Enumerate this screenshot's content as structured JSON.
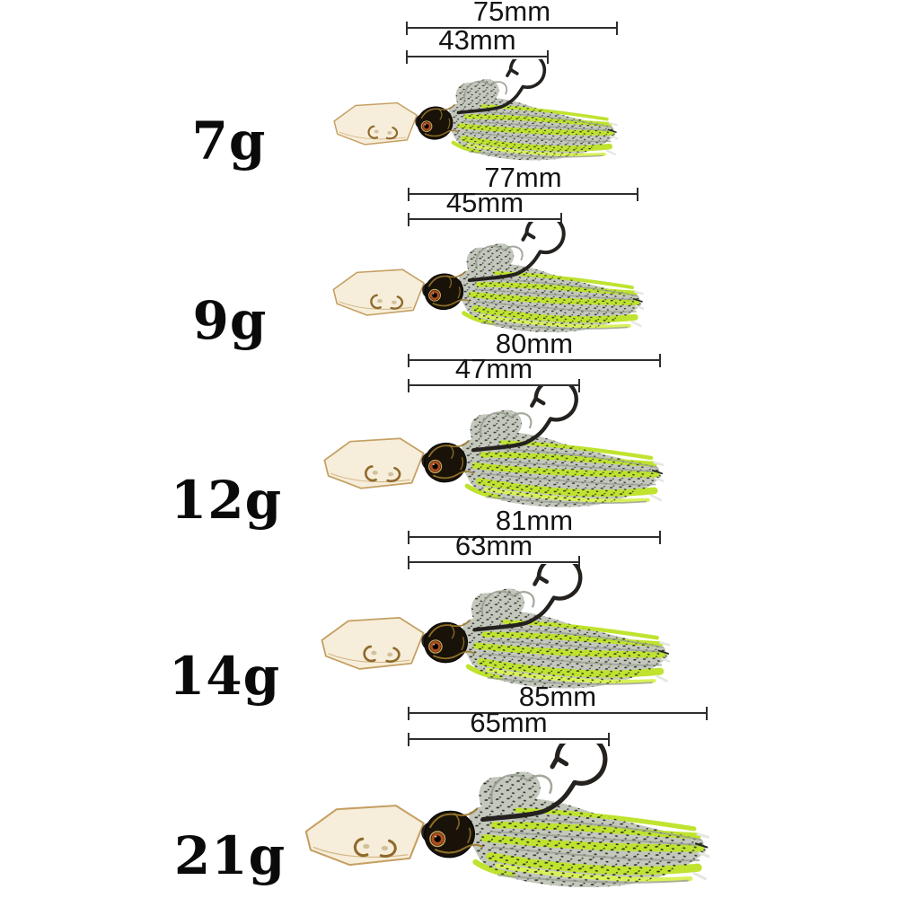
{
  "colors": {
    "background": "#ffffff",
    "text": "#141414",
    "dimension": "#2e2e2e",
    "blade-fill": "#f6eeda",
    "blade-stroke": "#c59f62",
    "wire-gold": "#8f6a2c",
    "head-fill": "#181208",
    "head-marbling": "#9c7a2e",
    "eye-rim": "#c9a45e",
    "eye-ring": "#b14d1d",
    "skirt-silver": "#c3c7bc",
    "skirt-strand": "#99a092",
    "skirt-light": "#e4e7de",
    "skirt-speckle": "#22261f",
    "skirt-chartreuse": "#bfe32f",
    "skirt-chartreuse-bright": "#d9f159",
    "hook": "#24211e"
  },
  "products": [
    {
      "weight": "7g",
      "total_length": "75mm",
      "body_length": "43mm"
    },
    {
      "weight": "9g",
      "total_length": "77mm",
      "body_length": "45mm"
    },
    {
      "weight": "12g",
      "total_length": "80mm",
      "body_length": "47mm"
    },
    {
      "weight": "14g",
      "total_length": "81mm",
      "body_length": "63mm"
    },
    {
      "weight": "21g",
      "total_length": "85mm",
      "body_length": "65mm"
    }
  ]
}
